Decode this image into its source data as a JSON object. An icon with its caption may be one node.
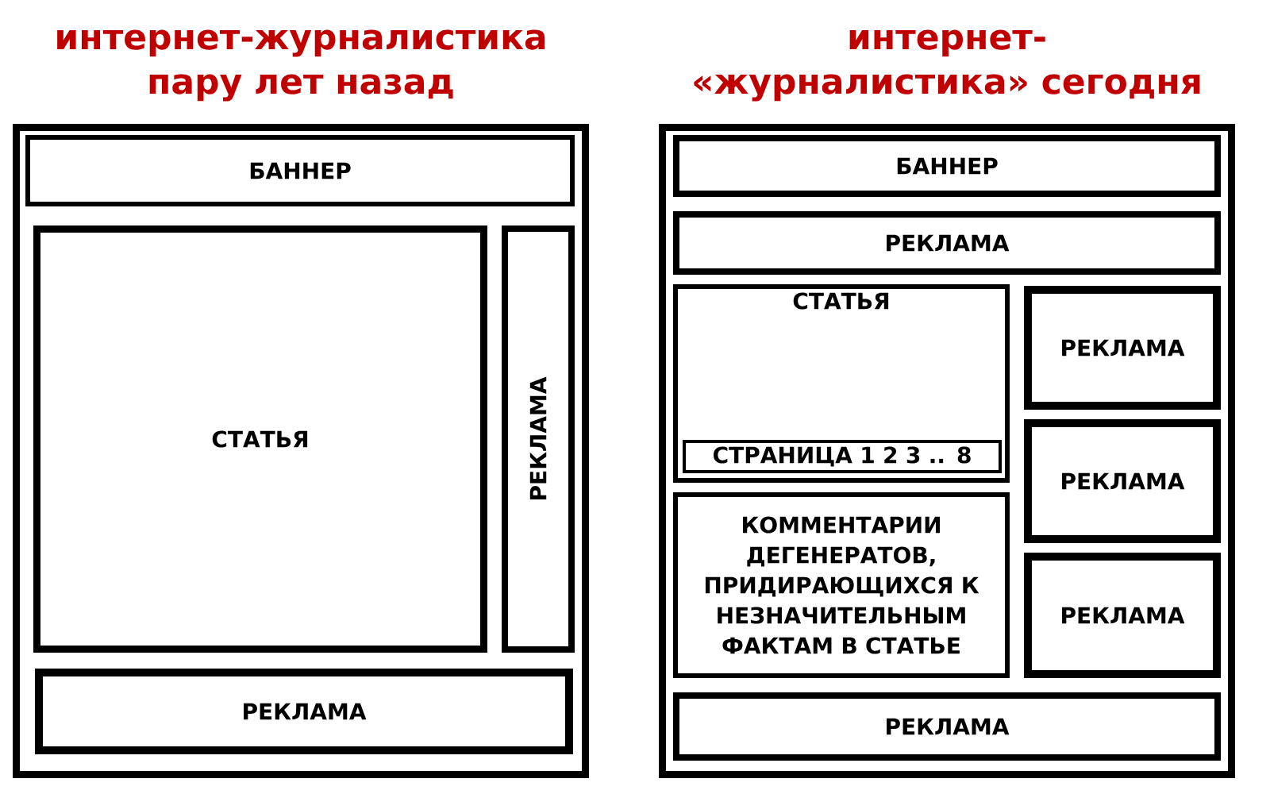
{
  "diagram": {
    "nodes": [
      {
        "text": [
          "интернет-журналистика пару лет назад"
        ]
      },
      {
        "text": [
          "БАННЕР"
        ],
        "in": 0
      },
      {
        "text": [
          "СТАТЬЯ"
        ],
        "in": 0
      },
      {
        "text": [
          "РЕКЛАМА"
        ],
        "in": 0
      },
      {
        "text": [
          "РЕКЛАМА"
        ],
        "in": 0
      },
      {
        "text": [
          "интернет-«журналистика» сегодня"
        ]
      },
      {
        "text": [
          "БАННЕР"
        ],
        "in": 5
      },
      {
        "text": [
          "РЕКЛАМА"
        ],
        "in": 5
      },
      {
        "text": [
          "СТАТЬЯ"
        ],
        "in": 5
      },
      {
        "text": [
          "СТРАНИЦА 1 2 3 .. 8"
        ],
        "in": 8
      },
      {
        "text": [
          "РЕКЛАМА"
        ],
        "in": 5
      },
      {
        "text": [
          "РЕКЛАМА"
        ],
        "in": 5
      },
      {
        "text": [
          "КОММЕНТАРИИ ДЕГЕНЕРАТОВ, ПРИДИРАЮЩИХСЯ К НЕЗНАЧИТЕЛЬНЫМ ФАКТАМ В СТАТЬЕ"
        ],
        "in": 5
      },
      {
        "text": [
          "РЕКЛАМА"
        ],
        "in": 5
      },
      {
        "text": [
          "РЕКЛАМА"
        ],
        "in": 5
      }
    ]
  }
}
